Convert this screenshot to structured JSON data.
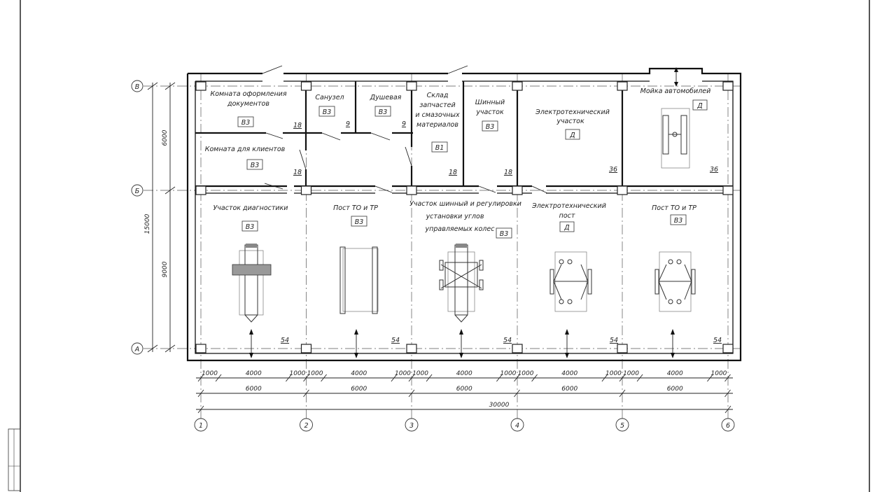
{
  "rooms_top": [
    {
      "lines": [
        "Комната оформления",
        "документов"
      ],
      "category": "В3",
      "area": "18"
    },
    {
      "lines": [
        "Санузел"
      ],
      "category": "В3",
      "area": "9"
    },
    {
      "lines": [
        "Душевая"
      ],
      "category": "В3",
      "area": "9"
    },
    {
      "lines": [
        "Склад",
        "запчастей",
        "и смазочных",
        "материалов"
      ],
      "category": "В1",
      "area": "18"
    },
    {
      "lines": [
        "Комната для клиентов"
      ],
      "category": "В3",
      "area": "18"
    },
    {
      "lines": [
        "Шинный",
        "участок"
      ],
      "category": "В3",
      "area": "18"
    },
    {
      "lines": [
        "Электротехнический",
        "участок"
      ],
      "category": "Д",
      "area": "36"
    },
    {
      "lines": [
        "Мойка автомобилей"
      ],
      "category": "Д",
      "area": "36"
    }
  ],
  "rooms_bottom": [
    {
      "lines": [
        "Участок диагностики"
      ],
      "category": "В3",
      "area": "54"
    },
    {
      "lines": [
        "Пост ТО и ТР"
      ],
      "category": "В3",
      "area": "54"
    },
    {
      "lines": [
        "Участок  шинный и регулировки",
        "установки углов",
        "управляемых колес"
      ],
      "category": "В3",
      "area": "54"
    },
    {
      "lines": [
        "Электротехнический",
        "пост"
      ],
      "category": "Д",
      "area": "54"
    },
    {
      "lines": [
        "Пост ТО и ТР"
      ],
      "category": "В3",
      "area": "54"
    }
  ],
  "axes_vertical": [
    "1",
    "2",
    "3",
    "4",
    "5",
    "6"
  ],
  "axes_horizontal": [
    "В",
    "Б",
    "А"
  ],
  "dimensions": {
    "left": {
      "top": "6000",
      "bottom": "9000",
      "total": "15000"
    },
    "bottom_segments": [
      "1000",
      "4000",
      "1000",
      "1000",
      "4000",
      "1000",
      "1000",
      "4000",
      "1000",
      "1000",
      "4000",
      "1000",
      "1000",
      "4000",
      "1000"
    ],
    "bottom_spans": [
      "6000",
      "6000",
      "6000",
      "6000",
      "6000"
    ],
    "bottom_total": "30000"
  }
}
